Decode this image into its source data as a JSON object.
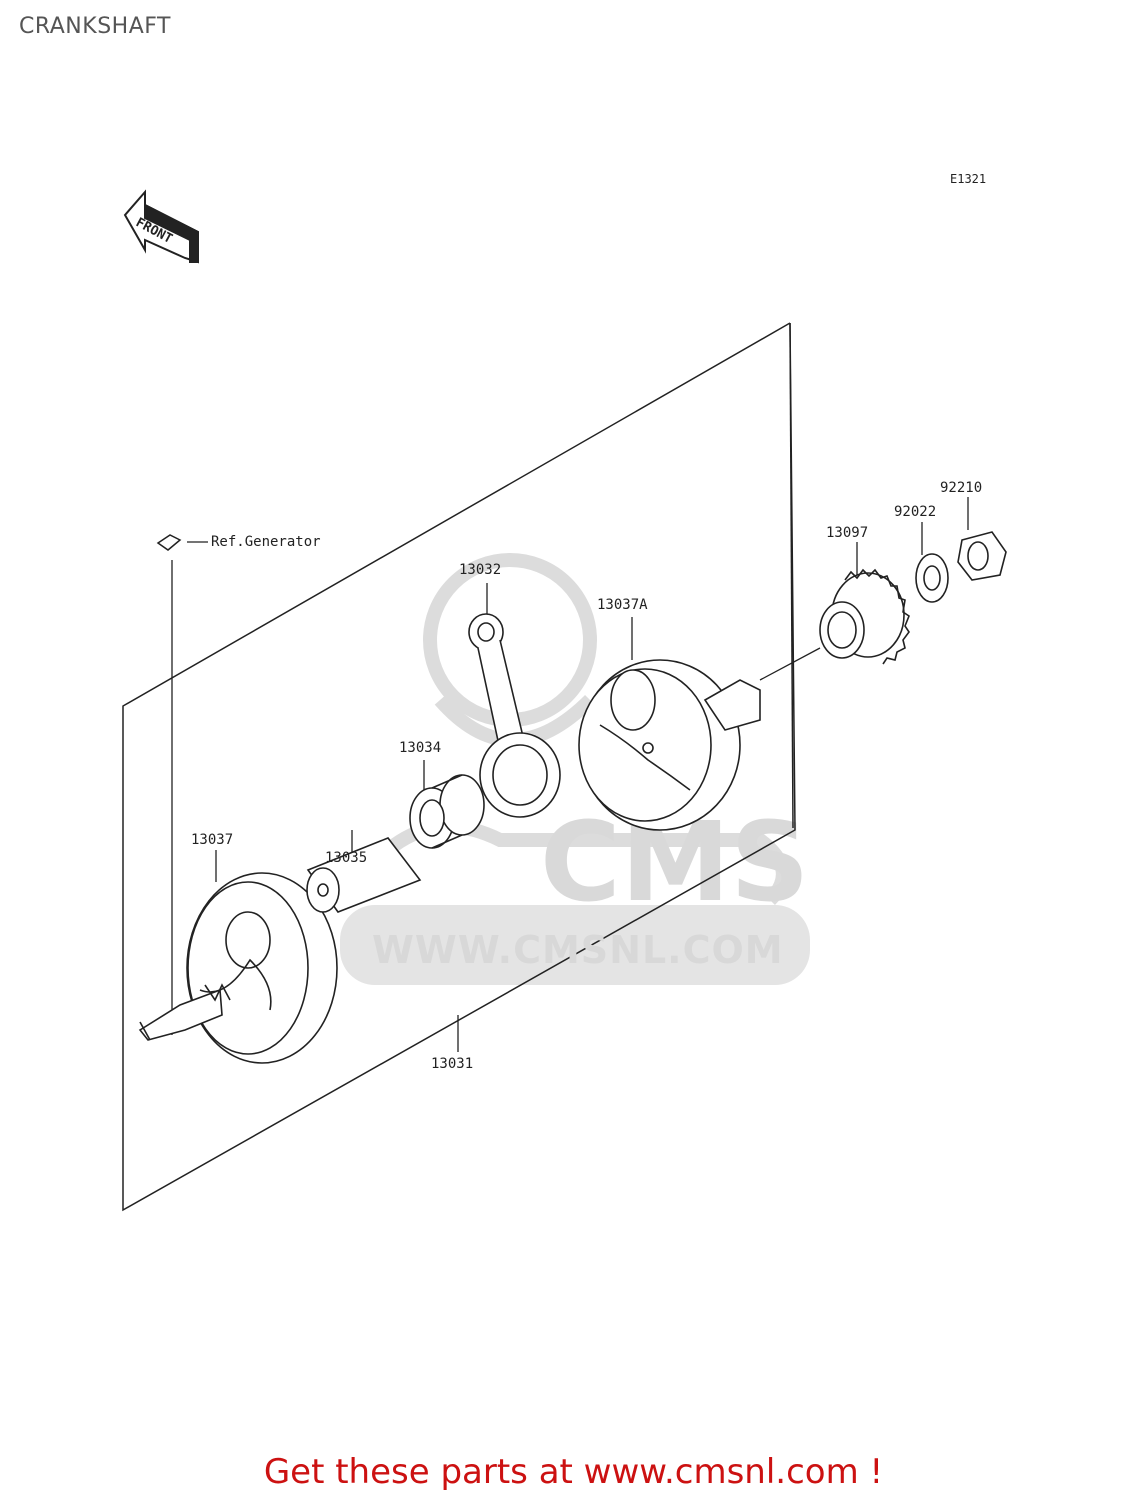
{
  "page": {
    "title": "CRANKSHAFT",
    "diagram_code": "E1321",
    "front_marker": "FRONT",
    "ref_note": "Ref.Generator"
  },
  "callouts": {
    "c13031": "13031",
    "c13032": "13032",
    "c13034": "13034",
    "c13035": "13035",
    "c13037": "13037",
    "c13037A": "13037A",
    "c13097": "13097",
    "c92022": "92022",
    "c92210": "92210"
  },
  "watermark": {
    "brand": "CMS",
    "url": "WWW.CMSNL.COM"
  },
  "footer": {
    "cta": "Get these parts at www.cmsnl.com !"
  },
  "colors": {
    "line": "#222222",
    "watermark": "#d8d8d8",
    "cta": "#cc1111"
  }
}
